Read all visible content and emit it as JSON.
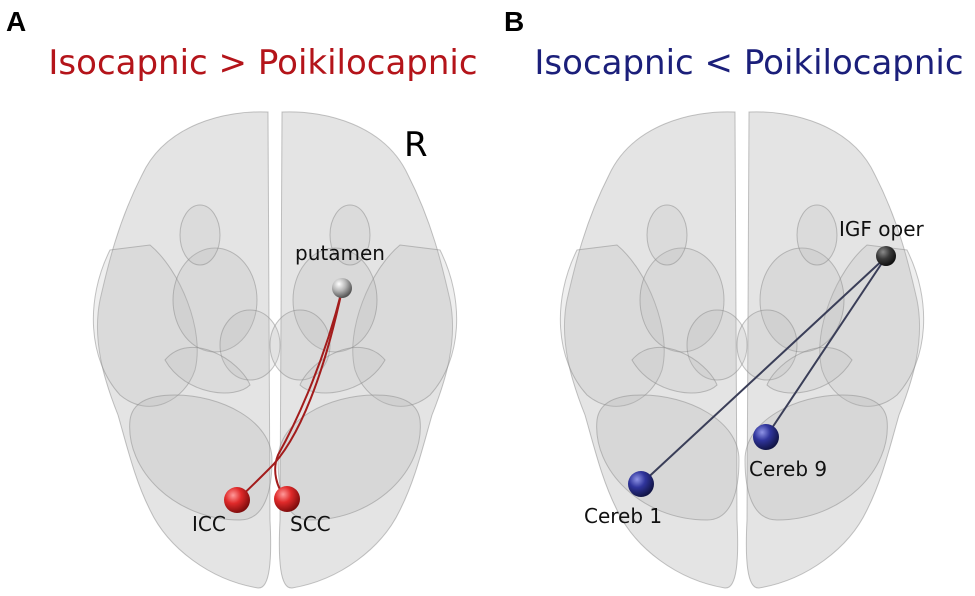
{
  "colors": {
    "increase": "#b4141a",
    "decrease": "#1b1f7a",
    "brain_fill": "#c8c8c8",
    "brain_outline": "#9a9a9a",
    "node_gray": "#666666",
    "edge_red": "#a31c1c",
    "edge_blue": "#3a3e58"
  },
  "panel_a": {
    "letter": "A",
    "title": "Isocapnic > Poikilocapnic",
    "orientation_label": "R",
    "nodes": [
      {
        "label": "putamen",
        "color": "gray"
      },
      {
        "label": "ICC",
        "color": "red"
      },
      {
        "label": "SCC",
        "color": "red"
      }
    ],
    "edges": [
      {
        "from": "putamen",
        "to": "ICC"
      },
      {
        "from": "putamen",
        "to": "SCC"
      }
    ]
  },
  "panel_b": {
    "letter": "B",
    "title": "Isocapnic < Poikilocapnic",
    "nodes": [
      {
        "label": "IGF oper",
        "color": "dark-gray"
      },
      {
        "label": "Cereb 1",
        "color": "blue"
      },
      {
        "label": "Cereb 9",
        "color": "blue"
      }
    ],
    "edges": [
      {
        "from": "IGF oper",
        "to": "Cereb 1"
      },
      {
        "from": "IGF oper",
        "to": "Cereb 9"
      }
    ]
  }
}
